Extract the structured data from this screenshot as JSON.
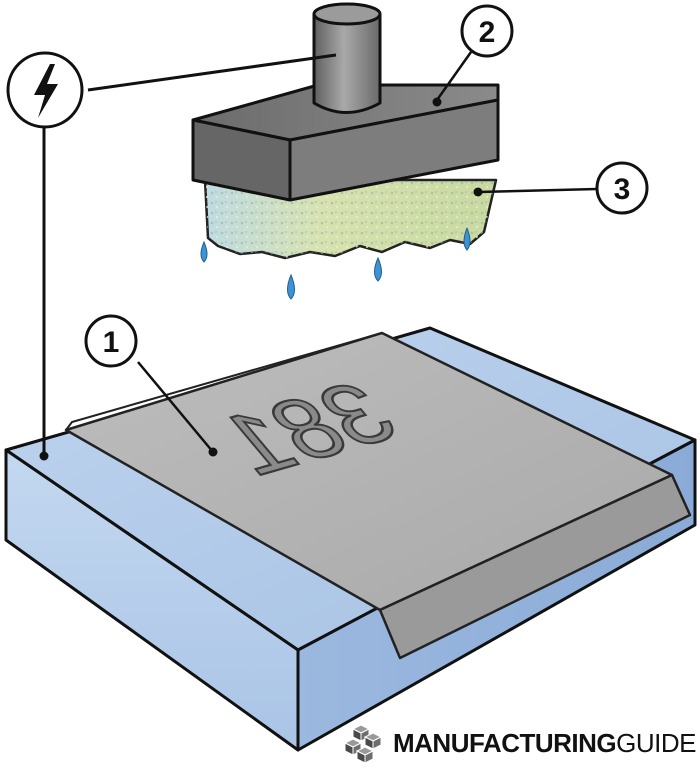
{
  "diagram": {
    "callouts": [
      {
        "id": "1",
        "label": "1"
      },
      {
        "id": "2",
        "label": "2"
      },
      {
        "id": "3",
        "label": "3"
      }
    ],
    "engraving_text": "381",
    "power_symbol": "lightning-bolt-icon"
  },
  "branding": {
    "logo_bold": "MANUFACTURING",
    "logo_light": "GUIDE"
  },
  "colors": {
    "tank_front": "#b9d0ea",
    "tank_top": "#a9c4e6",
    "workpiece": "#b3b3b3",
    "electrode": "#7a7a7a",
    "pad": "#c8dba8",
    "droplet": "#4a9bd8"
  }
}
